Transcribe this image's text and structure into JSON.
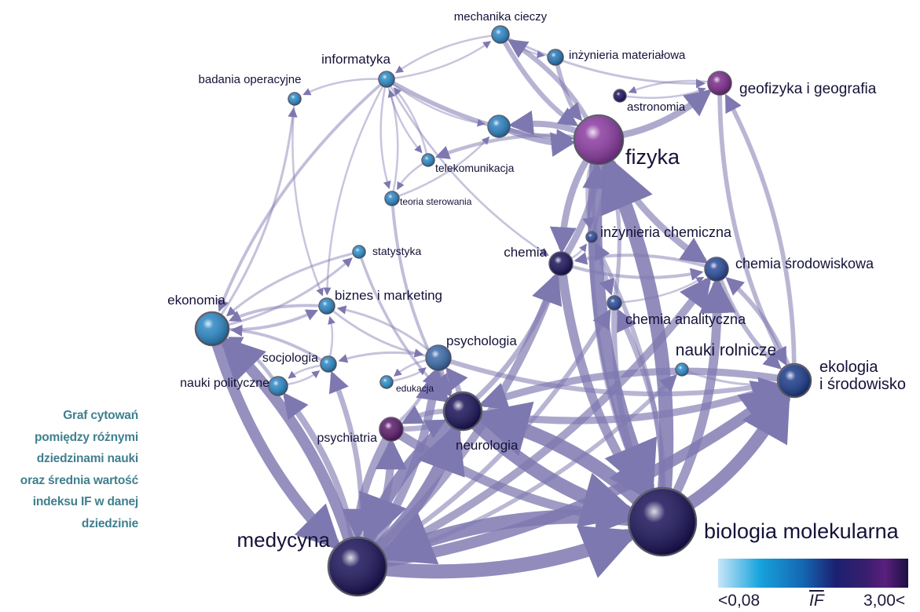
{
  "caption": {
    "lines": [
      "Graf cytowań",
      "pomiędzy różnymi",
      "dziedzinami nauki",
      "oraz średnia wartość",
      "indeksu IF w danej",
      "dziedzinie"
    ]
  },
  "legend": {
    "min_label": "<0,08",
    "mid_label": "IF",
    "max_label": "3,00<"
  },
  "nodes": [
    {
      "id": "mechanika",
      "label": "mechanika cieczy",
      "color": "#2a86c4"
    },
    {
      "id": "inz_mat",
      "label": "inżynieria materiałowa",
      "color": "#2478b8"
    },
    {
      "id": "geofizyka",
      "label": "geofizyka i geografia",
      "color": "#7a2a8a"
    },
    {
      "id": "astronomia",
      "label": "astronomia",
      "color": "#1a1060"
    },
    {
      "id": "fizyka",
      "label": "fizyka",
      "color": "#8a3aa0"
    },
    {
      "id": "informatyka",
      "label": "informatyka",
      "color": "#2a8ac8"
    },
    {
      "id": "badania",
      "label": "badania operacyjne",
      "color": "#2a8ac8"
    },
    {
      "id": "nieoznaczony",
      "label": "",
      "color": "#2a7fc0"
    },
    {
      "id": "telekom",
      "label": "telekomunikacja",
      "color": "#2a8ac8"
    },
    {
      "id": "teoria",
      "label": "teoria sterowania",
      "color": "#2a86c4"
    },
    {
      "id": "inz_chem",
      "label": "inżynieria chemiczna",
      "color": "#2a4a9a"
    },
    {
      "id": "statystyka",
      "label": "statystyka",
      "color": "#2a90cc"
    },
    {
      "id": "chemia",
      "label": "chemia",
      "color": "#1a1258"
    },
    {
      "id": "chemia_srod",
      "label": "chemia środowiskowa",
      "color": "#2a4a98"
    },
    {
      "id": "ekonomia",
      "label": "ekonomia",
      "color": "#2a86c4"
    },
    {
      "id": "biznes",
      "label": "biznes i marketing",
      "color": "#2a86c4"
    },
    {
      "id": "chemia_anal",
      "label": "chemia analityczna",
      "color": "#2a4a9a"
    },
    {
      "id": "psychologia",
      "label": "psychologia",
      "color": "#3a6aa8"
    },
    {
      "id": "nauki_roln",
      "label": "nauki rolnicze",
      "color": "#2a8ac8"
    },
    {
      "id": "socjologia",
      "label": "socjologia",
      "color": "#2a86c4"
    },
    {
      "id": "edukacja",
      "label": "edukacja",
      "color": "#2a90cc"
    },
    {
      "id": "ekologia",
      "label": "ekologia i środowisko",
      "label_lines": [
        "ekologia",
        "i środowisko"
      ],
      "color": "#1a3a8a"
    },
    {
      "id": "nauki_pol",
      "label": "nauki polityczne",
      "color": "#2a86c4"
    },
    {
      "id": "neurologia",
      "label": "neurologia",
      "color": "#1a1258"
    },
    {
      "id": "psychiatria",
      "label": "psychiatria",
      "color": "#5a1a6a"
    },
    {
      "id": "medycyna",
      "label": "medycyna",
      "color": "#1a1258"
    },
    {
      "id": "biologia",
      "label": "biologia molekularna",
      "color": "#1a1258"
    }
  ],
  "edges": [
    [
      "medycyna",
      "biologia"
    ],
    [
      "biologia",
      "medycyna"
    ],
    [
      "neurologia",
      "biologia"
    ],
    [
      "biologia",
      "neurologia"
    ],
    [
      "biologia",
      "ekologia"
    ],
    [
      "ekologia",
      "geofizyka"
    ],
    [
      "fizyka",
      "chemia"
    ],
    [
      "chemia",
      "fizyka"
    ],
    [
      "fizyka",
      "biologia"
    ],
    [
      "biologia",
      "fizyka"
    ],
    [
      "chemia",
      "biologia"
    ],
    [
      "chemia_srod",
      "ekologia"
    ],
    [
      "ekologia",
      "chemia_srod"
    ],
    [
      "geofizyka",
      "ekologia"
    ],
    [
      "fizyka",
      "geofizyka"
    ],
    [
      "astronomia",
      "geofizyka"
    ],
    [
      "geofizyka",
      "astronomia"
    ],
    [
      "mechanika",
      "fizyka"
    ],
    [
      "fizyka",
      "mechanika"
    ],
    [
      "inz_mat",
      "fizyka"
    ],
    [
      "informatyka",
      "fizyka"
    ],
    [
      "informatyka",
      "badania"
    ],
    [
      "informatyka",
      "telekom"
    ],
    [
      "informatyka",
      "teoria"
    ],
    [
      "telekom",
      "informatyka"
    ],
    [
      "teoria",
      "informatyka"
    ],
    [
      "mechanika",
      "geofizyka"
    ],
    [
      "mechanika",
      "informatyka"
    ],
    [
      "fizyka",
      "nieoznaczony"
    ],
    [
      "nieoznaczony",
      "fizyka"
    ],
    [
      "informatyka",
      "nieoznaczony"
    ],
    [
      "teoria",
      "nieoznaczony"
    ],
    [
      "ekonomia",
      "biznes"
    ],
    [
      "biznes",
      "ekonomia"
    ],
    [
      "ekonomia",
      "statystyka"
    ],
    [
      "statystyka",
      "ekonomia"
    ],
    [
      "ekonomia",
      "badania"
    ],
    [
      "badania",
      "biznes"
    ],
    [
      "informatyka",
      "biznes"
    ],
    [
      "informatyka",
      "ekonomia"
    ],
    [
      "psychologia",
      "biznes"
    ],
    [
      "biznes",
      "psychologia"
    ],
    [
      "socjologia",
      "ekonomia"
    ],
    [
      "nauki_pol",
      "ekonomia"
    ],
    [
      "socjologia",
      "nauki_pol"
    ],
    [
      "nauki_pol",
      "socjologia"
    ],
    [
      "psychologia",
      "socjologia"
    ],
    [
      "socjologia",
      "biznes"
    ],
    [
      "psychologia",
      "neurologia"
    ],
    [
      "neurologia",
      "psychologia"
    ],
    [
      "psychiatria",
      "neurologia"
    ],
    [
      "neurologia",
      "psychiatria"
    ],
    [
      "psychiatria",
      "psychologia"
    ],
    [
      "edukacja",
      "psychologia"
    ],
    [
      "psychologia",
      "edukacja"
    ],
    [
      "medycyna",
      "neurologia"
    ],
    [
      "neurologia",
      "medycyna"
    ],
    [
      "medycyna",
      "psychiatria"
    ],
    [
      "psychiatria",
      "medycyna"
    ],
    [
      "medycyna",
      "psychologia"
    ],
    [
      "medycyna",
      "socjologia"
    ],
    [
      "medycyna",
      "ekonomia"
    ],
    [
      "ekonomia",
      "medycyna"
    ],
    [
      "medycyna",
      "nauki_pol"
    ],
    [
      "medycyna",
      "chemia"
    ],
    [
      "medycyna",
      "chemia_anal"
    ],
    [
      "medycyna",
      "chemia_srod"
    ],
    [
      "medycyna",
      "nauki_roln"
    ],
    [
      "medycyna",
      "ekologia"
    ],
    [
      "neurologia",
      "ekologia"
    ],
    [
      "ekologia",
      "neurologia"
    ],
    [
      "neurologia",
      "chemia"
    ],
    [
      "biologia",
      "chemia_anal"
    ],
    [
      "chemia_anal",
      "biologia"
    ],
    [
      "biologia",
      "inz_chem"
    ],
    [
      "inz_chem",
      "biologia"
    ],
    [
      "biologia",
      "chemia_srod"
    ],
    [
      "chemia",
      "chemia_srod"
    ],
    [
      "chemia_srod",
      "chemia"
    ],
    [
      "fizyka",
      "inz_chem"
    ],
    [
      "inz_chem",
      "fizyka"
    ],
    [
      "fizyka",
      "chemia_srod"
    ],
    [
      "chemia_anal",
      "chemia_srod"
    ],
    [
      "chemia_anal",
      "fizyka"
    ],
    [
      "fizyka",
      "chemia_anal"
    ],
    [
      "psychiatria",
      "biologia"
    ],
    [
      "statystyka",
      "neurologia"
    ],
    [
      "teoria",
      "neurologia"
    ],
    [
      "psychologia",
      "ekologia"
    ],
    [
      "chemia",
      "inz_chem"
    ],
    [
      "mechanika",
      "inz_mat"
    ],
    [
      "informatyka",
      "mechanika"
    ],
    [
      "telekom",
      "teoria"
    ],
    [
      "fizyka",
      "telekom"
    ],
    [
      "informatyka",
      "chemia"
    ],
    [
      "nauki_roln",
      "ekologia"
    ]
  ]
}
